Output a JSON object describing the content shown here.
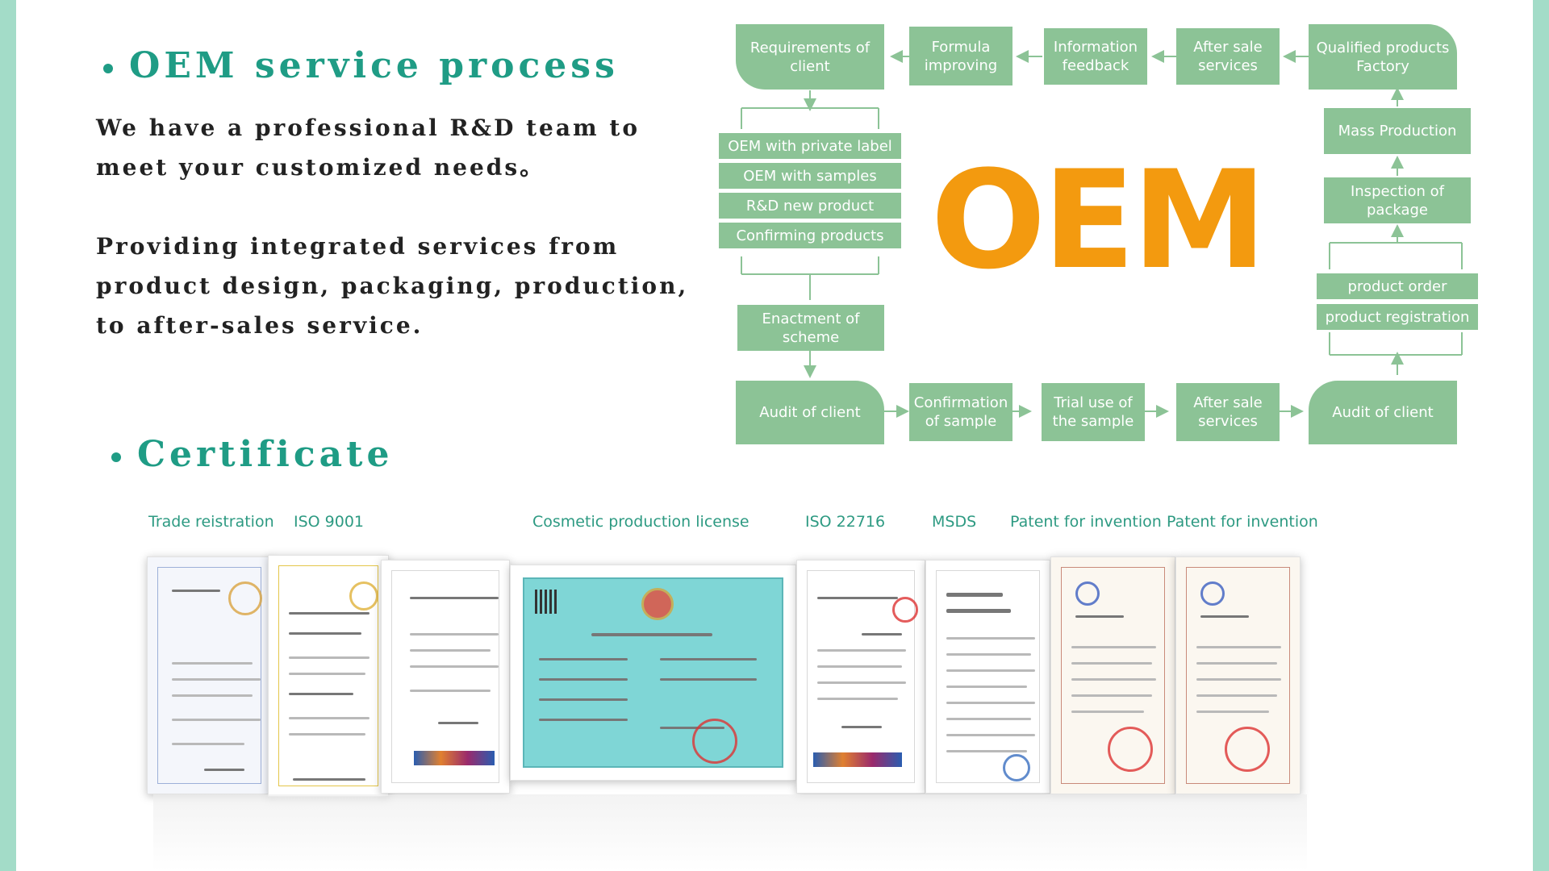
{
  "headings": {
    "oem_title": "OEM service process",
    "certificate_title": "Certificate"
  },
  "intro": {
    "paragraph1": "We have a professional R&D team to meet your customized needs。",
    "paragraph2": "Providing integrated services from product design, packaging, production, to after-sales service."
  },
  "flow": {
    "top_row": [
      "Requirements of client",
      "Formula improving",
      "Information feedback",
      "After sale services",
      "Qualified products Factory"
    ],
    "left_stack": [
      "OEM with private label",
      "OEM with samples",
      "R&D new product",
      "Confirming products"
    ],
    "enactment": "Enactment of scheme",
    "bottom_row": [
      "Audit of client",
      "Confirmation of sample",
      "Trial use of the sample",
      "After sale services",
      "Audit of client"
    ],
    "right_column": [
      "Mass Production",
      "Inspection of package"
    ],
    "right_stack": [
      "product order",
      "product registration"
    ],
    "logo_text": "OEM",
    "logo_color": "#f39a0f",
    "box_color": "#8cc396"
  },
  "certificates": {
    "labels": [
      "Trade reistration",
      "ISO 9001",
      "Cosmetic production license",
      "ISO 22716",
      "MSDS",
      "Patent for invention",
      "Patent for invention"
    ],
    "accent_color": "#2d9a82",
    "images": [
      "trade-registration-certificate",
      "iso-9001-certificate",
      "iso-certificate",
      "cosmetic-production-license",
      "iso-22716-certificate",
      "msds-report",
      "patent-certificate",
      "patent-certificate"
    ]
  }
}
